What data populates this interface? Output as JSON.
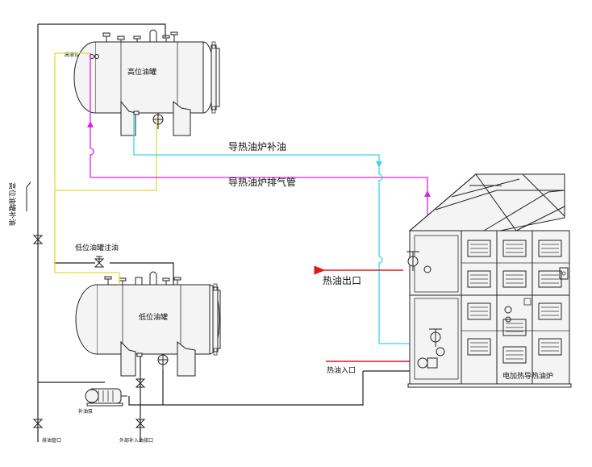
{
  "labels": {
    "high_tank": "高位油罐",
    "low_tank": "低位油罐",
    "heater": "电加热导热油炉",
    "makeup_oil": "导热油炉补油",
    "vent_pipe": "导热油炉排气管",
    "oil_outlet": "热油出口",
    "oil_inlet": "热油入口",
    "low_tank_fill": "低位油罐注油",
    "high_tank_makeup": "高位油罐补油",
    "pump": "补油泵",
    "drain_pipe": "排油管口",
    "high_tank_small": "高液位",
    "outside_fill": "外部补入油接口"
  },
  "colors": {
    "makeup_line": "#38d8e8",
    "vent_line": "#e020e0",
    "fill_line": "#e8d83a",
    "hot_oil": "#e01818",
    "outline": "#222222"
  }
}
